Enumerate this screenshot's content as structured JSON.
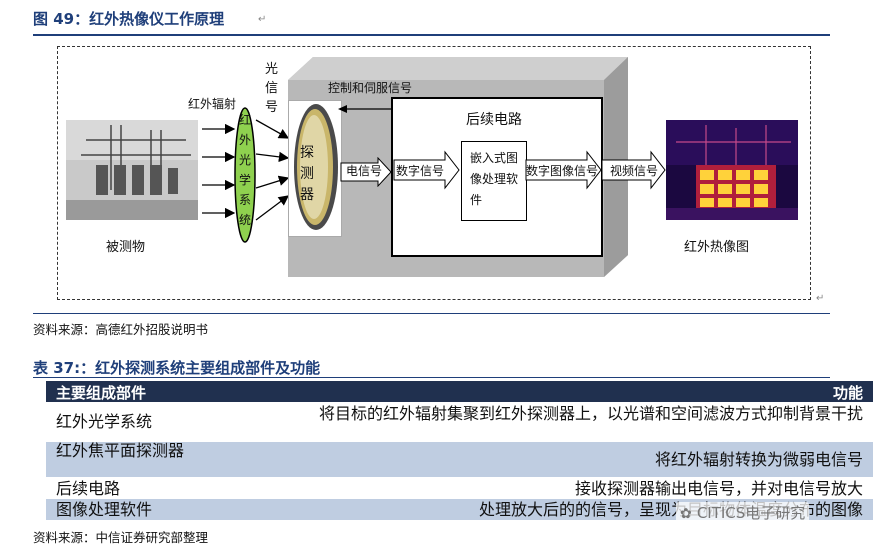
{
  "figure": {
    "title": "图 49：红外热像仪工作原理",
    "source": "资料来源：高德红外招股说明书",
    "labels": {
      "observed_object": "被测物",
      "infrared_radiation": "红外辐射",
      "optical_signal": "光信号",
      "optical_system": "红外光学系统",
      "detector": "探测器",
      "control_servo": "控制和伺服信号",
      "electrical_signal": "电信号",
      "digital_signal": "数字信号",
      "post_circuit": "后续电路",
      "embedded_software": "嵌入式图像处理软件",
      "digital_image_signal": "数字图像信号",
      "video_signal": "视频信号",
      "thermal_image": "红外热像图"
    }
  },
  "table": {
    "title": "表 37:：红外探测系统主要组成部件及功能",
    "headers": [
      "主要组成部件",
      "功能"
    ],
    "rows": [
      {
        "component": "红外光学系统",
        "function": "将目标的红外辐射集聚到红外探测器上，以光谱和空间滤波方式抑制背景干扰"
      },
      {
        "component": "红外焦平面探测器",
        "function": "将红外辐射转换为微弱电信号"
      },
      {
        "component": "后续电路",
        "function": "接收探测器输出电信号，并对电信号放大"
      },
      {
        "component": "图像处理软件",
        "function": "处理放大后的的信号，呈现为目标物体温度分布的图像"
      }
    ],
    "source": "资料来源：中信证券研究部整理"
  },
  "watermark": "CITICS电子研究",
  "colors": {
    "title_blue": "#1f3f7a",
    "header_bg": "#20304f",
    "row_alt": "#bfcde1",
    "lens_green": "#8fd14f"
  }
}
